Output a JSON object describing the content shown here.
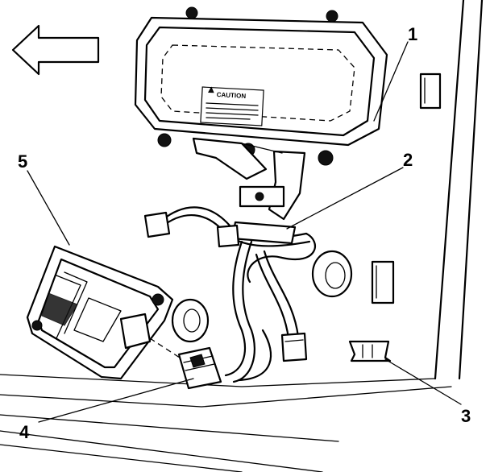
{
  "labels": {
    "caution": "CAUTION"
  },
  "callouts": [
    {
      "id": "1",
      "text": "1"
    },
    {
      "id": "2",
      "text": "2"
    },
    {
      "id": "3",
      "text": "3"
    },
    {
      "id": "4",
      "text": "4"
    },
    {
      "id": "5",
      "text": "5"
    }
  ],
  "icons": {
    "direction_arrow": "left-arrow-icon"
  },
  "colors": {
    "ink": "#000000",
    "paper": "#ffffff"
  }
}
